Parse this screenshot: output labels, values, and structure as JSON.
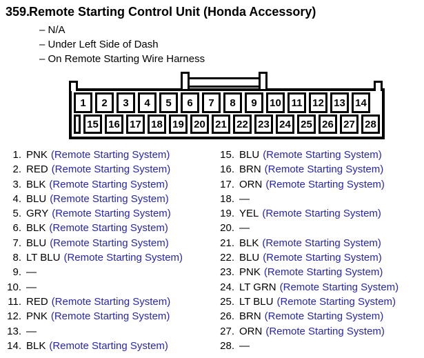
{
  "title": {
    "number": "359.",
    "text": "Remote Starting Control Unit (Honda Accessory)"
  },
  "details": {
    "line1": "– N/A",
    "line2": "– Under Left Side of Dash",
    "line3": "– On Remote Starting Wire Harness"
  },
  "connector": {
    "top_row": [
      "1",
      "2",
      "3",
      "4",
      "5",
      "6",
      "7",
      "8",
      "9",
      "10",
      "11",
      "12",
      "13",
      "14"
    ],
    "bottom_row": [
      "15",
      "16",
      "17",
      "18",
      "19",
      "20",
      "21",
      "22",
      "23",
      "24",
      "25",
      "26",
      "27",
      "28"
    ]
  },
  "pins_left": [
    {
      "num": "1.",
      "color": "PNK",
      "link": "(Remote Starting System)"
    },
    {
      "num": "2.",
      "color": "RED",
      "link": "(Remote Starting System)"
    },
    {
      "num": "3.",
      "color": "BLK",
      "link": "(Remote Starting System)"
    },
    {
      "num": "4.",
      "color": "BLU",
      "link": "(Remote Starting System)"
    },
    {
      "num": "5.",
      "color": "GRY",
      "link": "(Remote Starting System)"
    },
    {
      "num": "6.",
      "color": "BLK",
      "link": "(Remote Starting System)"
    },
    {
      "num": "7.",
      "color": "BLU",
      "link": "(Remote Starting System)"
    },
    {
      "num": "8.",
      "color": "LT BLU",
      "link": "(Remote Starting System)"
    },
    {
      "num": "9.",
      "color": "—",
      "link": ""
    },
    {
      "num": "10.",
      "color": "—",
      "link": ""
    },
    {
      "num": "11.",
      "color": "RED",
      "link": "(Remote Starting System)"
    },
    {
      "num": "12.",
      "color": "PNK",
      "link": "(Remote Starting System)"
    },
    {
      "num": "13.",
      "color": "—",
      "link": ""
    },
    {
      "num": "14.",
      "color": "BLK",
      "link": "(Remote Starting System)"
    }
  ],
  "pins_right": [
    {
      "num": "15.",
      "color": "BLU",
      "link": "(Remote Starting System)"
    },
    {
      "num": "16.",
      "color": "BRN",
      "link": "(Remote Starting System)"
    },
    {
      "num": "17.",
      "color": "ORN",
      "link": "(Remote Starting System)"
    },
    {
      "num": "18.",
      "color": "—",
      "link": ""
    },
    {
      "num": "19.",
      "color": "YEL",
      "link": "(Remote Starting System)"
    },
    {
      "num": "20.",
      "color": "—",
      "link": ""
    },
    {
      "num": "21.",
      "color": "BLK",
      "link": "(Remote Starting System)"
    },
    {
      "num": "22.",
      "color": "BLU",
      "link": "(Remote Starting System)"
    },
    {
      "num": "23.",
      "color": "PNK",
      "link": "(Remote Starting System)"
    },
    {
      "num": "24.",
      "color": "LT GRN",
      "link": "(Remote Starting System)"
    },
    {
      "num": "25.",
      "color": "LT BLU",
      "link": "(Remote Starting System)"
    },
    {
      "num": "26.",
      "color": "BRN",
      "link": "(Remote Starting System)"
    },
    {
      "num": "27.",
      "color": "ORN",
      "link": "(Remote Starting System)"
    },
    {
      "num": "28.",
      "color": "—",
      "link": ""
    }
  ],
  "colors": {
    "link_blue": "#2626b0",
    "line_black": "#000000",
    "background": "#ffffff"
  }
}
